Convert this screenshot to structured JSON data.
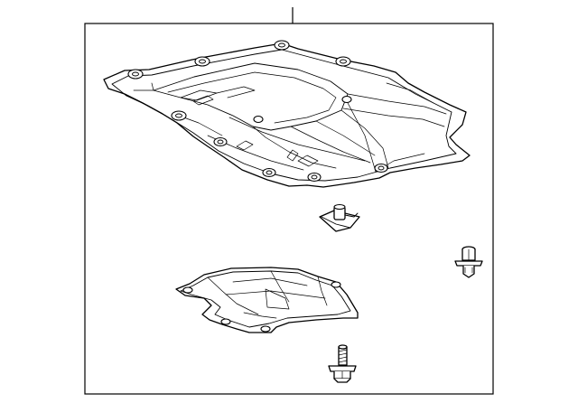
{
  "diagram": {
    "type": "exploded parts diagram",
    "parts": [
      {
        "id": "engine-under-cover",
        "icon": "large-splash-shield"
      },
      {
        "id": "clip-nut",
        "icon": "speed-nut"
      },
      {
        "id": "push-retainer",
        "icon": "push-clip"
      },
      {
        "id": "small-under-cover",
        "icon": "small-splash-shield"
      },
      {
        "id": "flange-bolt",
        "icon": "bolt"
      }
    ],
    "colors": {
      "line": "#000000",
      "background": "#ffffff"
    }
  }
}
